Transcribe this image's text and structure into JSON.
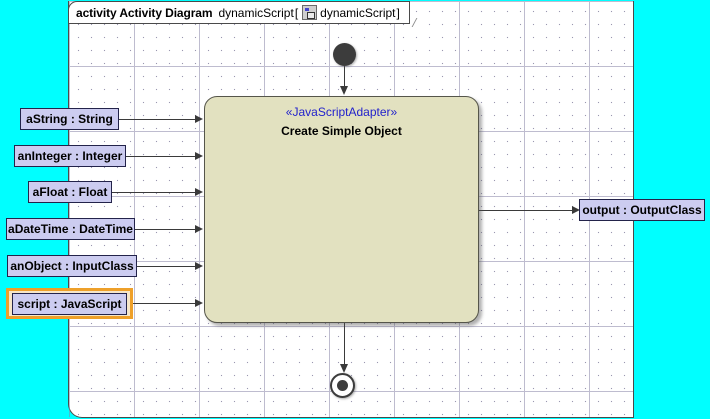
{
  "canvas": {
    "background_color": "#00ffff",
    "frame_background": "#ffffff"
  },
  "frame": {
    "keyword": "activity Activity Diagram",
    "name": "dynamicScript",
    "bracket_open": "[",
    "icon": "class-diagram-icon",
    "qualified_name": "dynamicScript",
    "bracket_close": "]"
  },
  "activity": {
    "stereotype": "«JavaScriptAdapter»",
    "name": "Create Simple Object",
    "fill_color": "#e2e1c0",
    "border_color": "#55554a"
  },
  "nodes": {
    "initial": "initial-node",
    "final": "activity-final-node"
  },
  "input_pins": [
    {
      "label": "aString : String"
    },
    {
      "label": "anInteger : Integer"
    },
    {
      "label": "aFloat : Float"
    },
    {
      "label": "aDateTime : DateTime"
    },
    {
      "label": "anObject : InputClass"
    },
    {
      "label": "script : JavaScript",
      "selected": true
    }
  ],
  "output_pins": [
    {
      "label": "output : OutputClass"
    }
  ],
  "selection": {
    "color": "#eea02a",
    "target": "script : JavaScript"
  }
}
